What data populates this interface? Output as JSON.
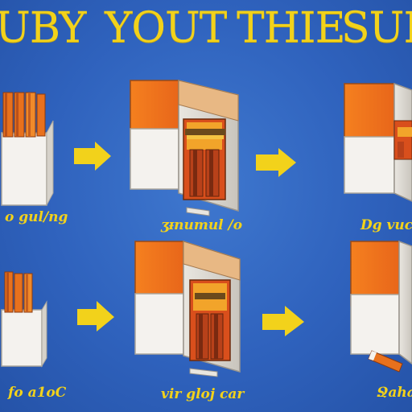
{
  "title": {
    "part1": "UBY",
    "part2": "YOUT",
    "part3": "THIE",
    "part4": "SUF"
  },
  "captions": {
    "row1_step1": "o gul/ng",
    "row1_step2": "ʒᵻnumul /o",
    "row1_step3": "Dg vuc",
    "row2_step1": "fo a1oC",
    "row2_step2": "vir gloj car",
    "row2_step3": "Ջaha"
  },
  "colors": {
    "background": "#2f62bd",
    "accent_yellow": "#f2d21b",
    "box_orange": "#f07a22",
    "box_tan": "#e8b884",
    "box_white": "#f4f2ee",
    "arrow_yellow": "#f2d21b"
  }
}
